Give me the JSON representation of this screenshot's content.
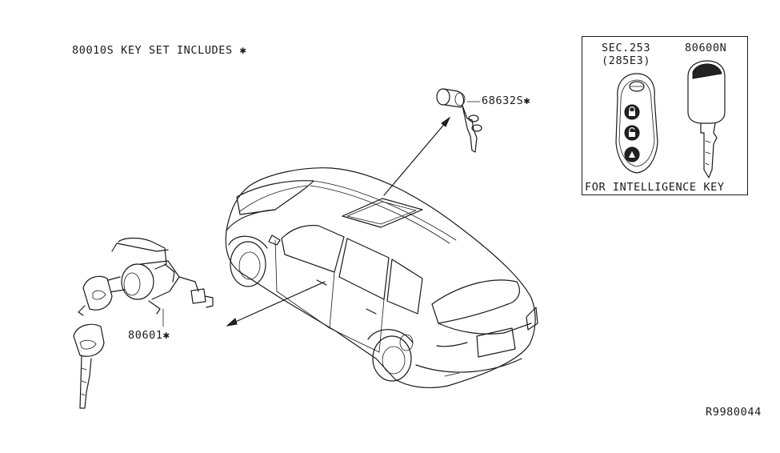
{
  "key_set_note": "80010S KEY SET INCLUDES ✱",
  "cylinder_label": "68632S✱",
  "door_lock_label": "80601✱",
  "inset": {
    "sec_ref": "SEC.253",
    "sec_sub": "(285E3)",
    "blank_key_label": "80600N",
    "caption": "FOR INTELLIGENCE KEY"
  },
  "diagram_code": "R9980044",
  "colors": {
    "line": "#1a1a1a",
    "background": "#ffffff"
  },
  "icons": [
    "lock-icon",
    "unlock-icon",
    "panic-icon",
    "brand-emblem-icon"
  ]
}
